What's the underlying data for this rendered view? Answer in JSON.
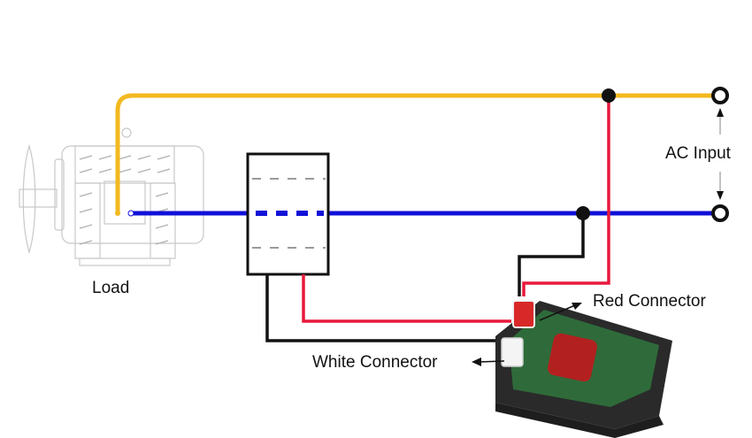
{
  "labels": {
    "load": "Load",
    "ac_input": "AC Input",
    "red_connector": "Red Connector",
    "white_connector": "White Connector"
  },
  "colors": {
    "live_wire": "#f2b91f",
    "neutral_wire": "#1010d8",
    "red_wire": "#e8183c",
    "black_wire": "#111111"
  }
}
